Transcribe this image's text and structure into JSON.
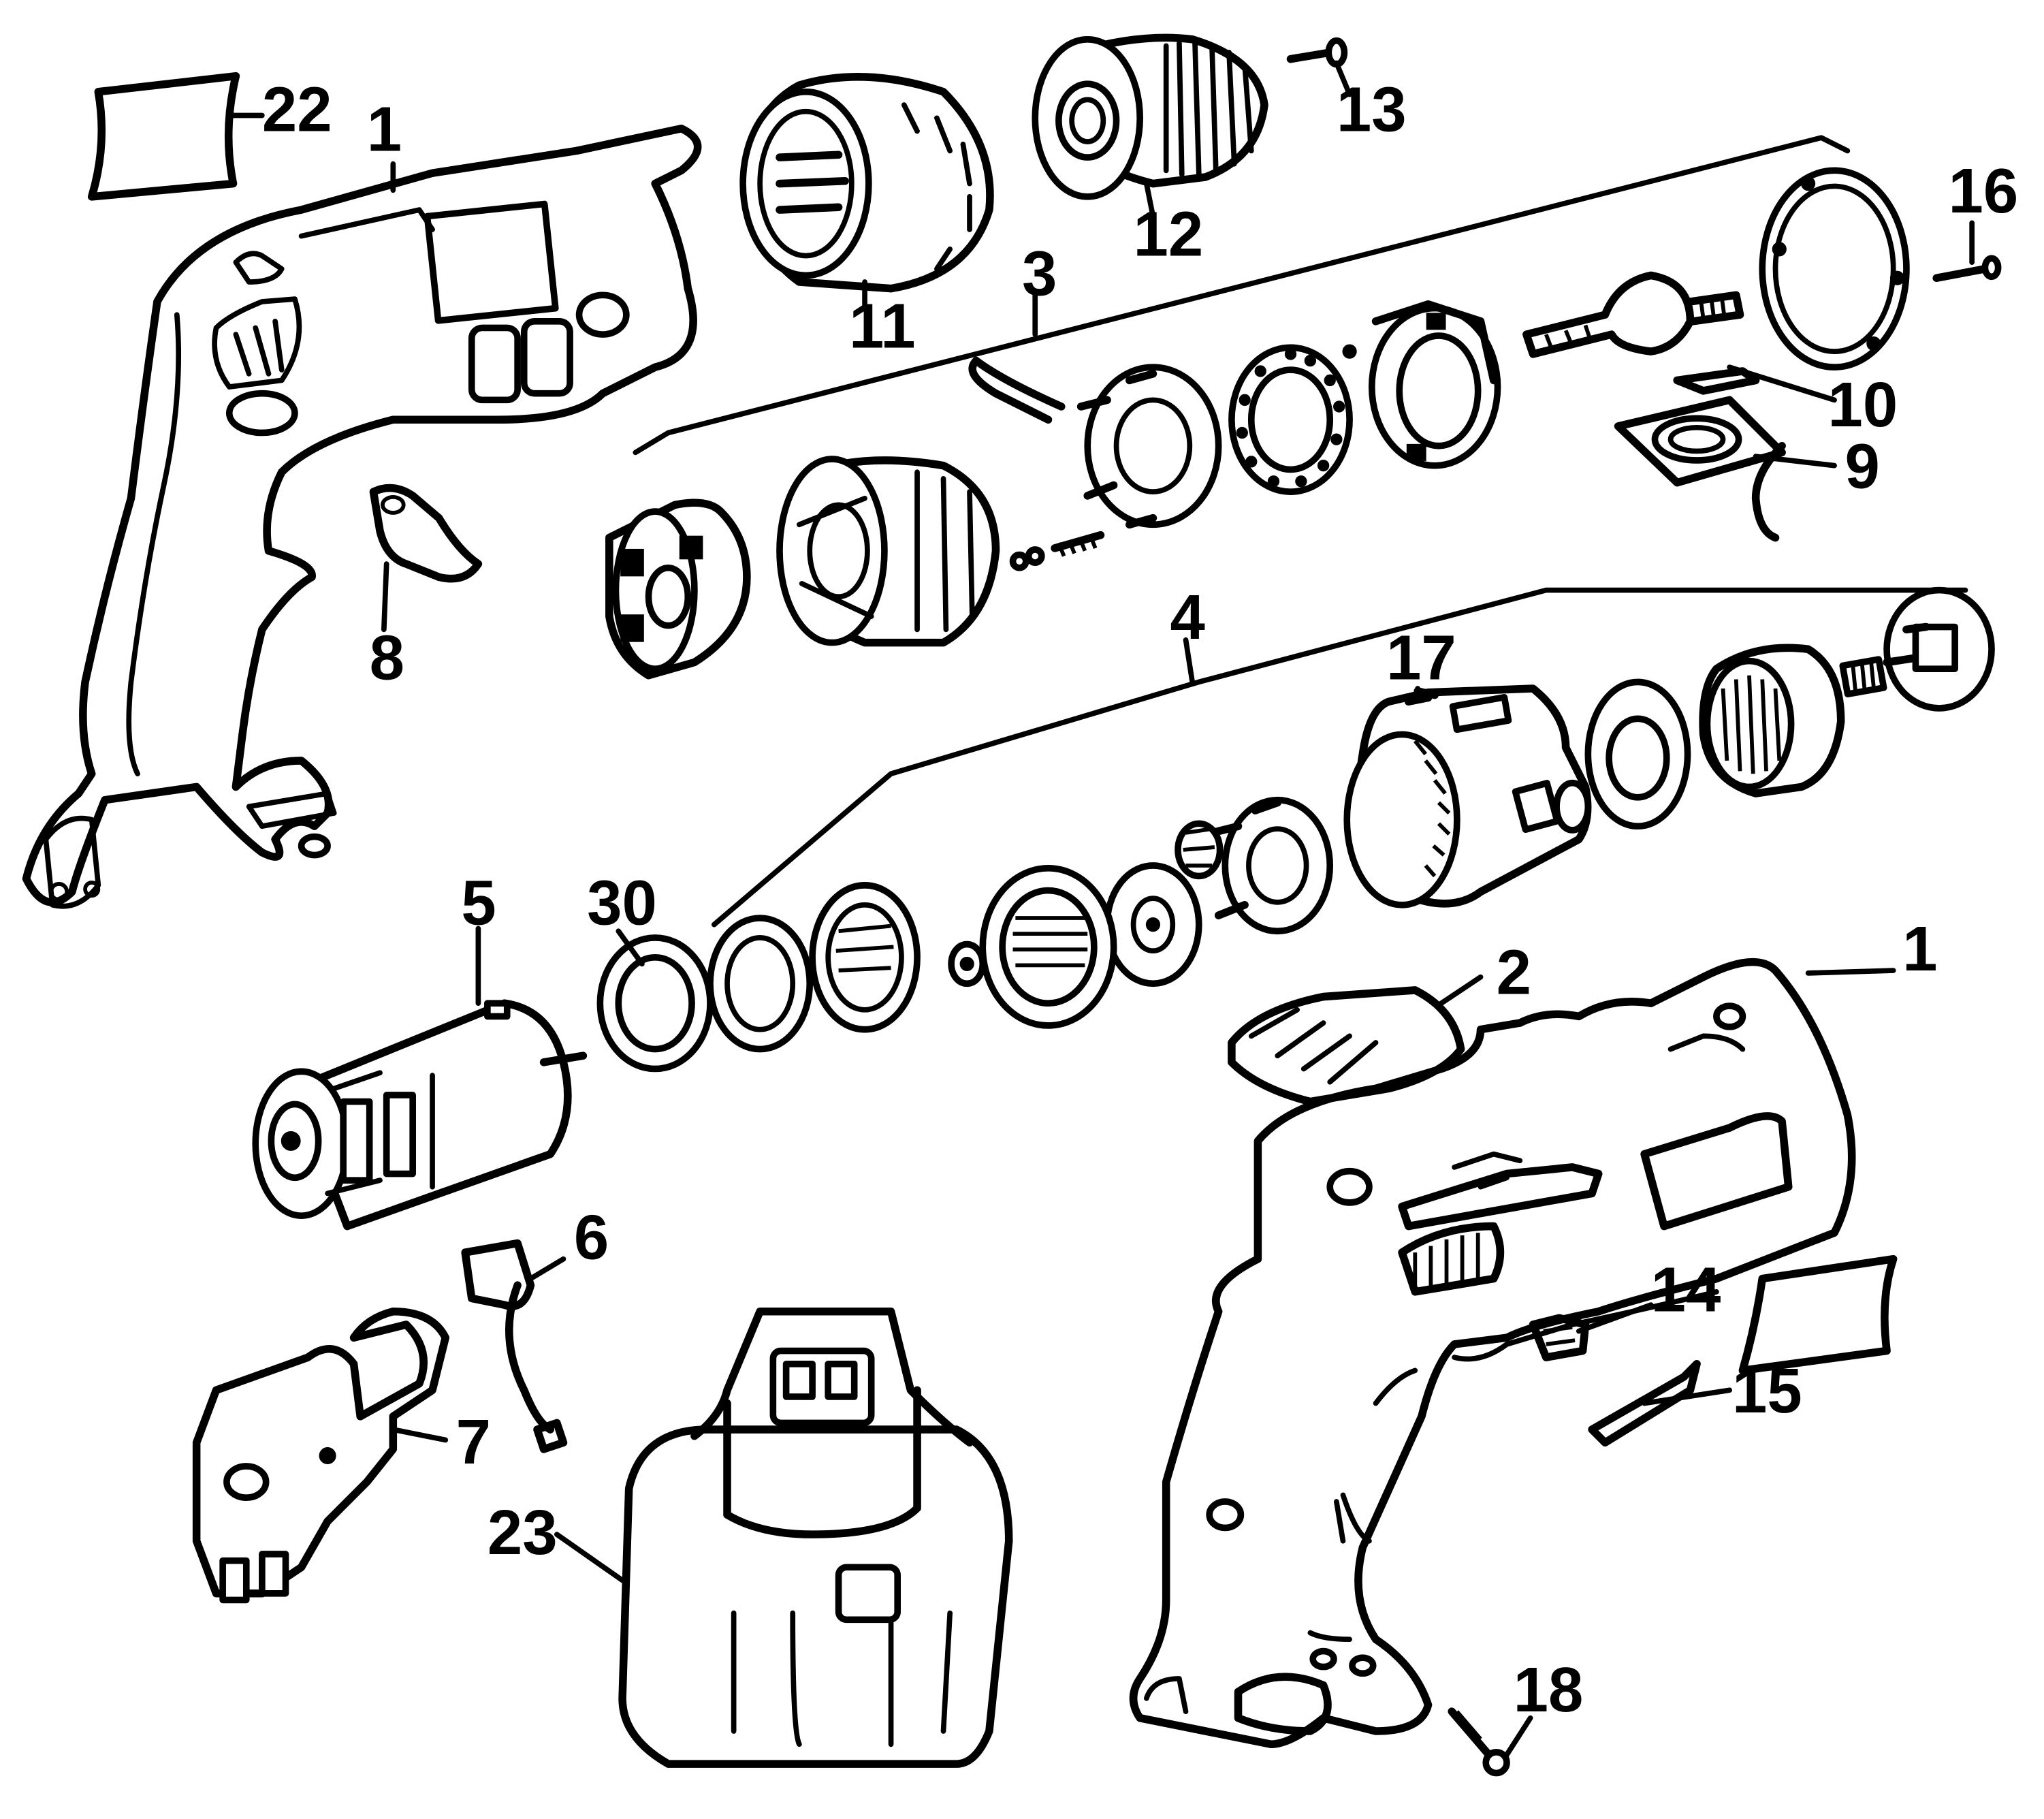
{
  "labels": {
    "p1_left": "1",
    "p1_right": "1",
    "p2": "2",
    "p3": "3",
    "p4": "4",
    "p5": "5",
    "p6": "6",
    "p7": "7",
    "p8": "8",
    "p9": "9",
    "p10": "10",
    "p11": "11",
    "p12": "12",
    "p13": "13",
    "p14": "14",
    "p15": "15",
    "p16": "16",
    "p17": "17",
    "p18": "18",
    "p22": "22",
    "p23": "23",
    "p30": "30"
  },
  "colors": {
    "ink": "#000000",
    "paper": "#ffffff"
  }
}
